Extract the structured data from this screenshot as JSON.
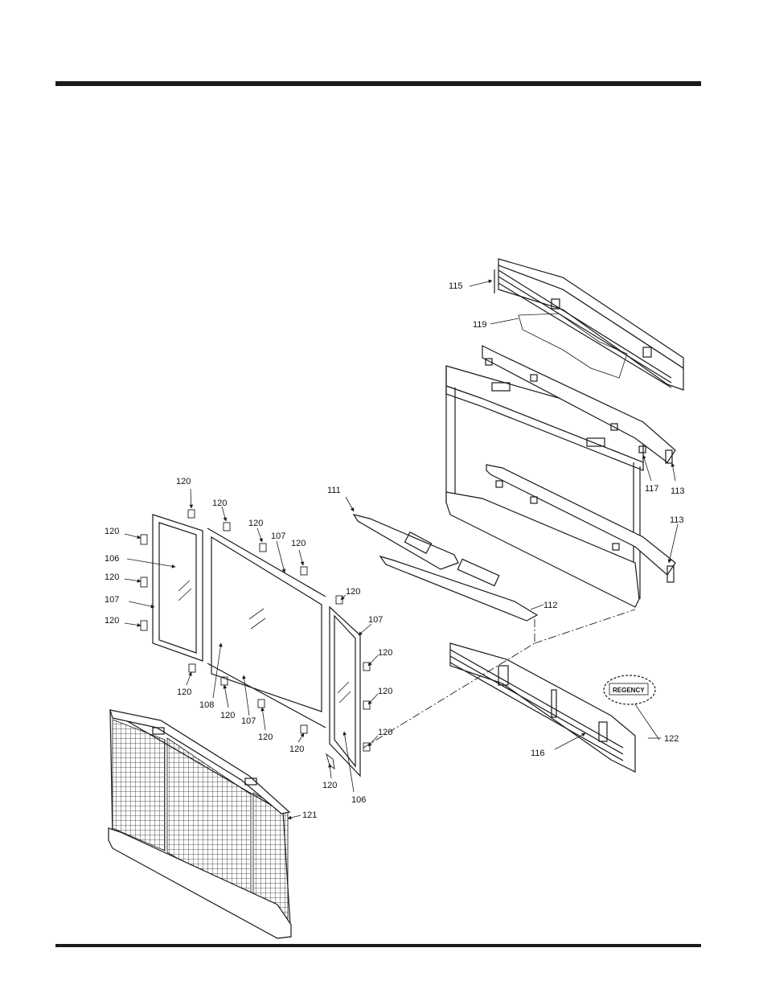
{
  "callouts": {
    "c115": "115",
    "c119": "119",
    "c117": "117",
    "c113a": "113",
    "c113b": "113",
    "c111": "111",
    "c112": "112",
    "c116": "116",
    "c122": "122",
    "c121": "121",
    "c106a": "106",
    "c106b": "106",
    "c107a": "107",
    "c107b": "107",
    "c107c": "107",
    "c107d": "107",
    "c108": "108",
    "c120a": "120",
    "c120b": "120",
    "c120c": "120",
    "c120d": "120",
    "c120e": "120",
    "c120f": "120",
    "c120g": "120",
    "c120h": "120",
    "c120i": "120",
    "c120j": "120",
    "c120k": "120",
    "c120l": "120",
    "c120m": "120",
    "c120n": "120",
    "c120o": "120",
    "c120p": "120"
  },
  "logo": {
    "text": "REGENCY"
  },
  "colors": {
    "ink": "#1a1a1a",
    "paper": "#ffffff"
  }
}
